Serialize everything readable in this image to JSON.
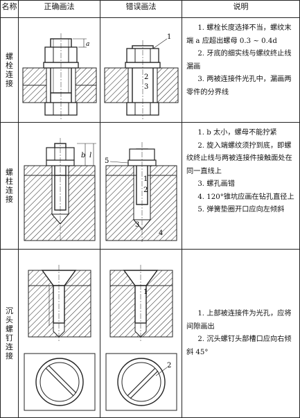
{
  "header": {
    "col_name": "名称",
    "col_right": "正确画法",
    "col_wrong": "错误画法",
    "col_desc": "说明"
  },
  "rows": [
    {
      "name": [
        "螺",
        "栓",
        "连",
        "接"
      ],
      "callouts": [
        "1",
        "2",
        "3",
        "a"
      ],
      "desc": [
        "1. 螺栓长度选择不当，螺纹末端 a 应超出螺母 0.3 ~ 0.4d",
        "2. 牙底的细实线与螺纹终止线漏画",
        "3. 两被连接件光孔中，漏画两零件的分界线"
      ]
    },
    {
      "name": [
        "螺",
        "柱",
        "连",
        "接"
      ],
      "callouts": [
        "b",
        "l",
        "5",
        "1",
        "2",
        "3",
        "4"
      ],
      "desc": [
        "1. b 太小，螺母不能拧紧",
        "2. 旋入端螺纹须拧到底，即螺纹终止线与两被连接件接触面处在同一直线上",
        "3. 螺孔画错",
        "4. 120°锥坑应画在钻孔直径上",
        "5. 弹簧垫圈开口应向左倾斜"
      ]
    },
    {
      "name": [
        "沉",
        "头",
        "螺",
        "钉",
        "连",
        "接"
      ],
      "callouts": [
        "1",
        "2"
      ],
      "desc": [
        "1. 上部被连接件为光孔，应将间隙画出",
        "2. 沉头螺钉头部槽口应向右倾斜 45°"
      ]
    }
  ]
}
